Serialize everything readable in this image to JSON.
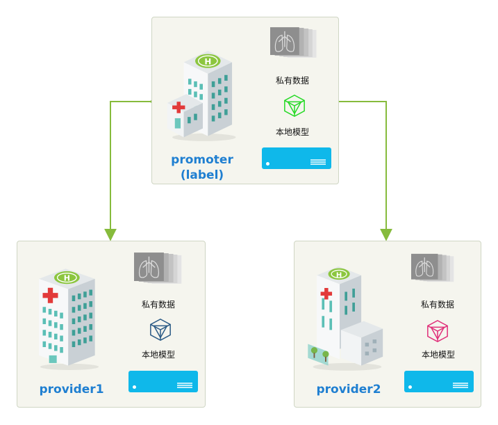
{
  "nodes": {
    "promoter": {
      "title_line1": "promoter",
      "title_line2": "(label)",
      "data_label": "私有数据",
      "model_label": "本地模型",
      "model_color": "#26d926"
    },
    "provider1": {
      "title": "provider1",
      "data_label": "私有数据",
      "model_label": "本地模型",
      "model_color": "#2b5b86"
    },
    "provider2": {
      "title": "provider2",
      "data_label": "私有数据",
      "model_label": "本地模型",
      "model_color": "#e0307a"
    }
  },
  "colors": {
    "arrow": "#86bb3c",
    "title_text": "#1f7fd1",
    "server": "#0fb8ea",
    "panel_bg": "#f5f5ee",
    "panel_border": "#cfd6c4"
  },
  "icons": [
    "hospital-building-icon",
    "lung-xray-stack-icon",
    "polyhedron-model-icon",
    "server-icon",
    "double-arrow-connector"
  ]
}
